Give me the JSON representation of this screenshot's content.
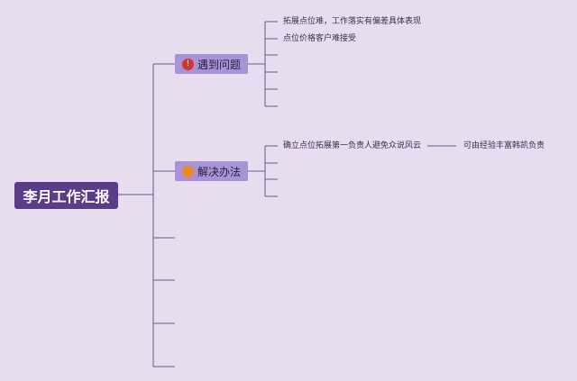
{
  "root": {
    "label": "李月工作汇报"
  },
  "branches": [
    {
      "label": "遇到问题",
      "badge_glyph": "!",
      "badge_color": "#d3342c",
      "leaves": [
        "拓展点位难，工作落实有偏差具体表现",
        "点位价格客户难接受"
      ]
    },
    {
      "label": "解决办法",
      "badge_glyph": "",
      "badge_color": "#e98a26",
      "leaves": [
        "确立点位拓展第一负责人避免众说风云"
      ],
      "sub_leaf": "可由经验丰富韩凯负责"
    }
  ],
  "colors": {
    "background": "#e8dcef",
    "root": "#5a3d86",
    "branch": "#a893d6",
    "connector": "#6b5a8e"
  }
}
